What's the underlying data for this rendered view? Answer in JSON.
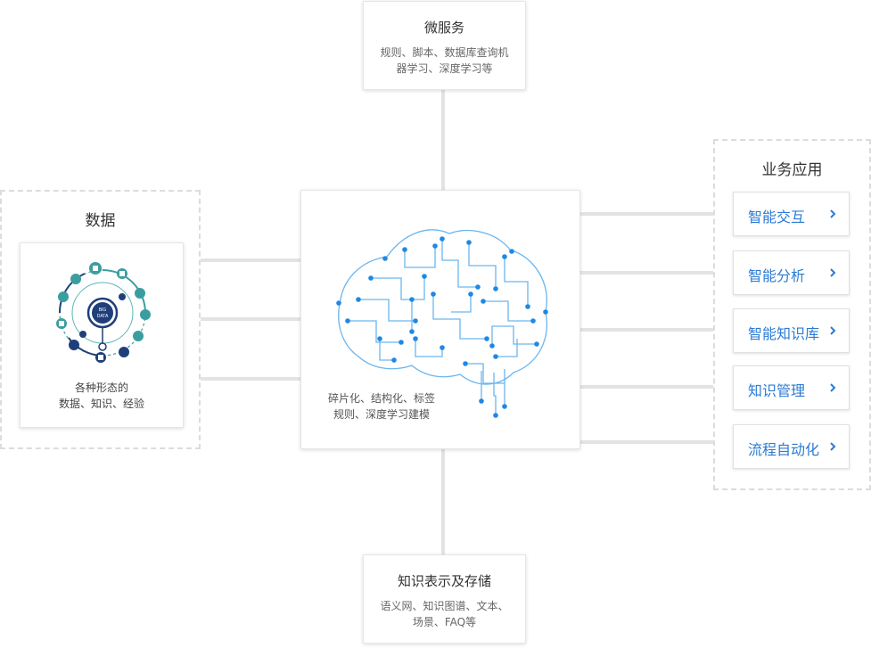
{
  "colors": {
    "accent": "#2b7bd3",
    "connector": "#e3e3e3",
    "brain": "#1e88e5",
    "data_teal": "#3a9ea0",
    "data_navy": "#1f3f7a"
  },
  "microservice": {
    "title": "微服务",
    "desc_line1": "规则、脚本、数据库查询机",
    "desc_line2": "器学习、深度学习等"
  },
  "data_panel": {
    "title": "数据",
    "icon": "big-data-icon",
    "icon_line1": "BIG",
    "icon_line2": "DATA",
    "desc_line1": "各种形态的",
    "desc_line2": "数据、知识、经验"
  },
  "core": {
    "icon": "circuit-brain-icon",
    "desc_line1": "碎片化、结构化、标签",
    "desc_line2": "规则、深度学习建模"
  },
  "knowledge": {
    "title": "知识表示及存储",
    "desc_line1": "语义网、知识图谱、文本、",
    "desc_line2": "场景、FAQ等"
  },
  "business": {
    "title": "业务应用",
    "items": [
      {
        "label": "智能交互"
      },
      {
        "label": "智能分析"
      },
      {
        "label": "智能知识库"
      },
      {
        "label": "知识管理"
      },
      {
        "label": "流程自动化"
      }
    ]
  }
}
